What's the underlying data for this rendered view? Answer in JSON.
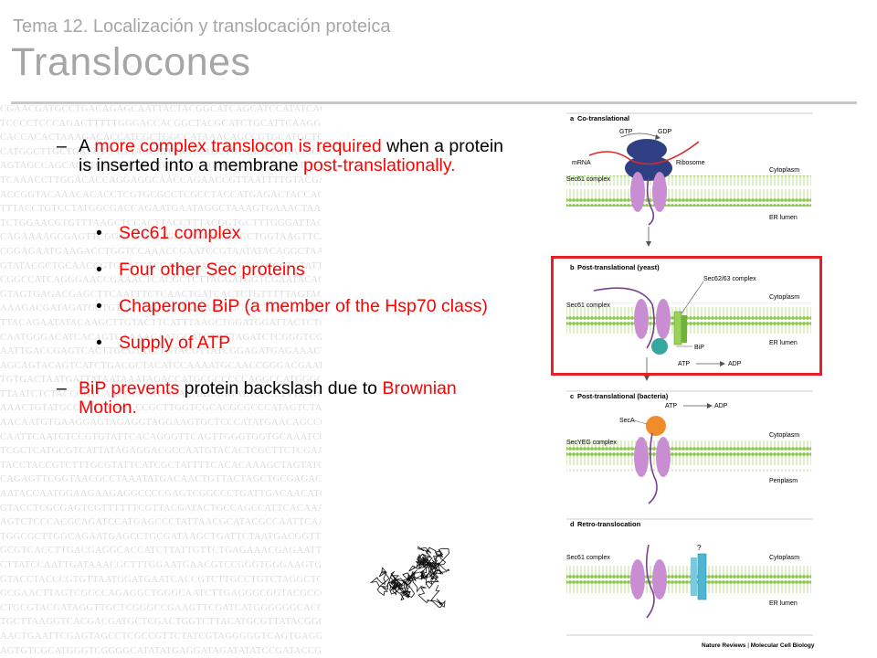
{
  "header": {
    "subtitle": "Tema 12. Localización y translocación proteica",
    "title": "Translocones"
  },
  "content": {
    "p1": {
      "dash": "–",
      "t1": "A ",
      "t2": "more complex translocon is required",
      "t3": " when a protein is inserted into a membrane ",
      "t4": "post-translationally."
    },
    "bullets": [
      {
        "dot": "•",
        "text": "Sec61 complex"
      },
      {
        "dot": "•",
        "text": "Four other Sec proteins"
      },
      {
        "dot": "•",
        "text": "Chaperone BiP (a member of the Hsp70 class)"
      },
      {
        "dot": "•",
        "text": "Supply of ATP"
      }
    ],
    "p2": {
      "dash": "–",
      "t1": "BiP prevents",
      "t2": " protein backslash due to ",
      "t3": "Brownian Motion."
    }
  },
  "figure": {
    "panels": {
      "a": {
        "label": "a",
        "title": "Co-translational",
        "gtp": "GTP",
        "gdp": "GDP",
        "mrna": "mRNA",
        "ribosome": "Ribosome",
        "sec61": "Sec61 complex",
        "cytoplasm": "Cytoplasm",
        "lumen": "ER lumen"
      },
      "b": {
        "label": "b",
        "title": "Post-translational (yeast)",
        "sec6263": "Sec62/63 complex",
        "sec61": "Sec61 complex",
        "cytoplasm": "Cytoplasm",
        "lumen": "ER lumen",
        "bip": "BiP",
        "atp": "ATP",
        "adp": "ADP"
      },
      "c": {
        "label": "c",
        "title": "Post-translational (bacteria)",
        "atp": "ATP",
        "adp": "ADP",
        "seca": "SecA",
        "secyeg": "SecYEG complex",
        "cytoplasm": "Cytoplasm",
        "periplasm": "Periplasm"
      },
      "d": {
        "label": "d",
        "title": "Retro-translocation",
        "sec61": "Sec61 complex",
        "q": "?",
        "cytoplasm": "Cytoplasm",
        "lumen": "ER lumen"
      }
    },
    "credit_left": "Nature Reviews",
    "credit_sep": " | ",
    "credit_right": "Molecular Cell Biology"
  },
  "colors": {
    "accent_red": "#ff0000",
    "highlight_border": "#e81e25",
    "membrane_green": "#9bd158",
    "translocon_purple": "#c98ed1",
    "ribosome_navy": "#2f3f84",
    "bip_teal": "#35a6a0",
    "seca_orange": "#f08c2a",
    "title_gray": "#a6a6a6"
  }
}
